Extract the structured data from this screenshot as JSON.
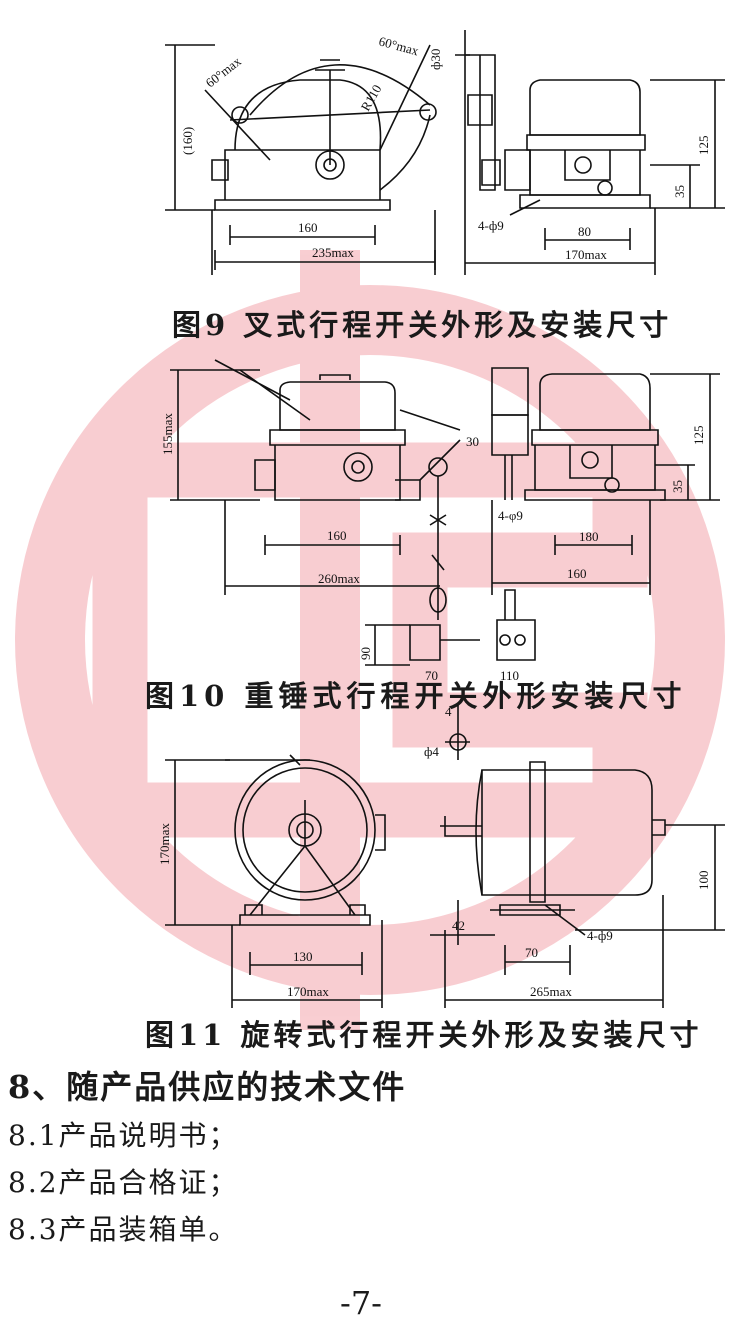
{
  "figures": [
    {
      "caption": "图9 叉式行程开关外形及安装尺寸",
      "dims": {
        "angle_left": "60°max",
        "angle_right": "60°max",
        "phi": "ф30",
        "radius": "R110",
        "height": "(160)",
        "w1": "160",
        "w2": "235max",
        "h_right": "125",
        "h_small": "35",
        "holes": "4-ф9",
        "w3": "80",
        "w4": "170max"
      }
    },
    {
      "caption": "图10 重锤式行程开关外形安装尺寸",
      "dims": {
        "height": "155max",
        "d30": "30",
        "w1": "160",
        "w2": "260max",
        "h_right": "125",
        "h_small": "35",
        "holes": "4-φ9",
        "w3": "180",
        "w4": "160",
        "h90": "90",
        "d70": "70",
        "d110": "110"
      }
    },
    {
      "caption": "图11 旋转式行程开关外形及安装尺寸",
      "dims": {
        "d4": "4",
        "phi4": "ф4",
        "height": "170max",
        "w1": "130",
        "w2": "170max",
        "h100": "100",
        "d42": "42",
        "d70": "70",
        "holes": "4-ф9",
        "w3": "265max"
      }
    }
  ],
  "section": {
    "heading": "8、随产品供应的技术文件",
    "items": [
      "8.1产品说明书；",
      "8.2产品合格证；",
      "8.3产品装箱单。"
    ]
  },
  "page_number": "-7-",
  "watermark_color": "#f2b8bd"
}
